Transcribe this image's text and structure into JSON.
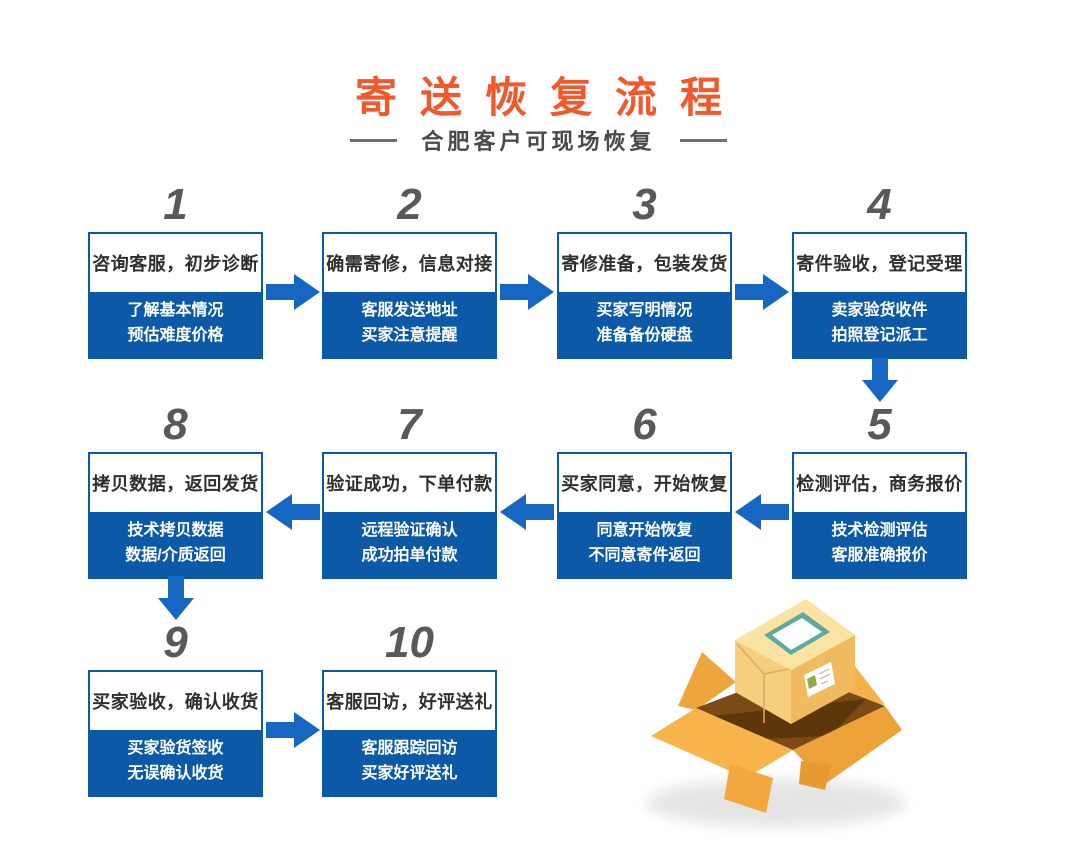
{
  "header": {
    "title": "寄送恢复流程",
    "subtitle": "合肥客户可现场恢复"
  },
  "steps": [
    {
      "number": "1",
      "title": "咨询客服，初步诊断",
      "detail_line1": "了解基本情况",
      "detail_line2": "预估难度价格"
    },
    {
      "number": "2",
      "title": "确需寄修，信息对接",
      "detail_line1": "客服发送地址",
      "detail_line2": "买家注意提醒"
    },
    {
      "number": "3",
      "title": "寄修准备，包装发货",
      "detail_line1": "买家写明情况",
      "detail_line2": "准备备份硬盘"
    },
    {
      "number": "4",
      "title": "寄件验收，登记受理",
      "detail_line1": "卖家验货收件",
      "detail_line2": "拍照登记派工"
    },
    {
      "number": "5",
      "title": "检测评估，商务报价",
      "detail_line1": "技术检测评估",
      "detail_line2": "客服准确报价"
    },
    {
      "number": "6",
      "title": "买家同意，开始恢复",
      "detail_line1": "同意开始恢复",
      "detail_line2": "不同意寄件返回"
    },
    {
      "number": "7",
      "title": "验证成功，下单付款",
      "detail_line1": "远程验证确认",
      "detail_line2": "成功拍单付款"
    },
    {
      "number": "8",
      "title": "拷贝数据，返回发货",
      "detail_line1": "技术拷贝数据",
      "detail_line2": "数据/介质返回"
    },
    {
      "number": "9",
      "title": "买家验收，确认收货",
      "detail_line1": "买家验货签收",
      "detail_line2": "无误确认收货"
    },
    {
      "number": "10",
      "title": "客服回访，好评送礼",
      "detail_line1": "客服跟踪回访",
      "detail_line2": "买家好评送礼"
    }
  ],
  "colors": {
    "accent_orange": "#f1582b",
    "box_blue": "#0c59a8",
    "arrow_blue": "#1666c2",
    "number_gray": "#58595b",
    "subtitle_gray": "#4a4a4a"
  },
  "icons": {
    "flow_arrows": [
      "arrow-right-icon",
      "arrow-left-icon",
      "arrow-down-icon"
    ],
    "illustration": "package-box-illustration"
  }
}
